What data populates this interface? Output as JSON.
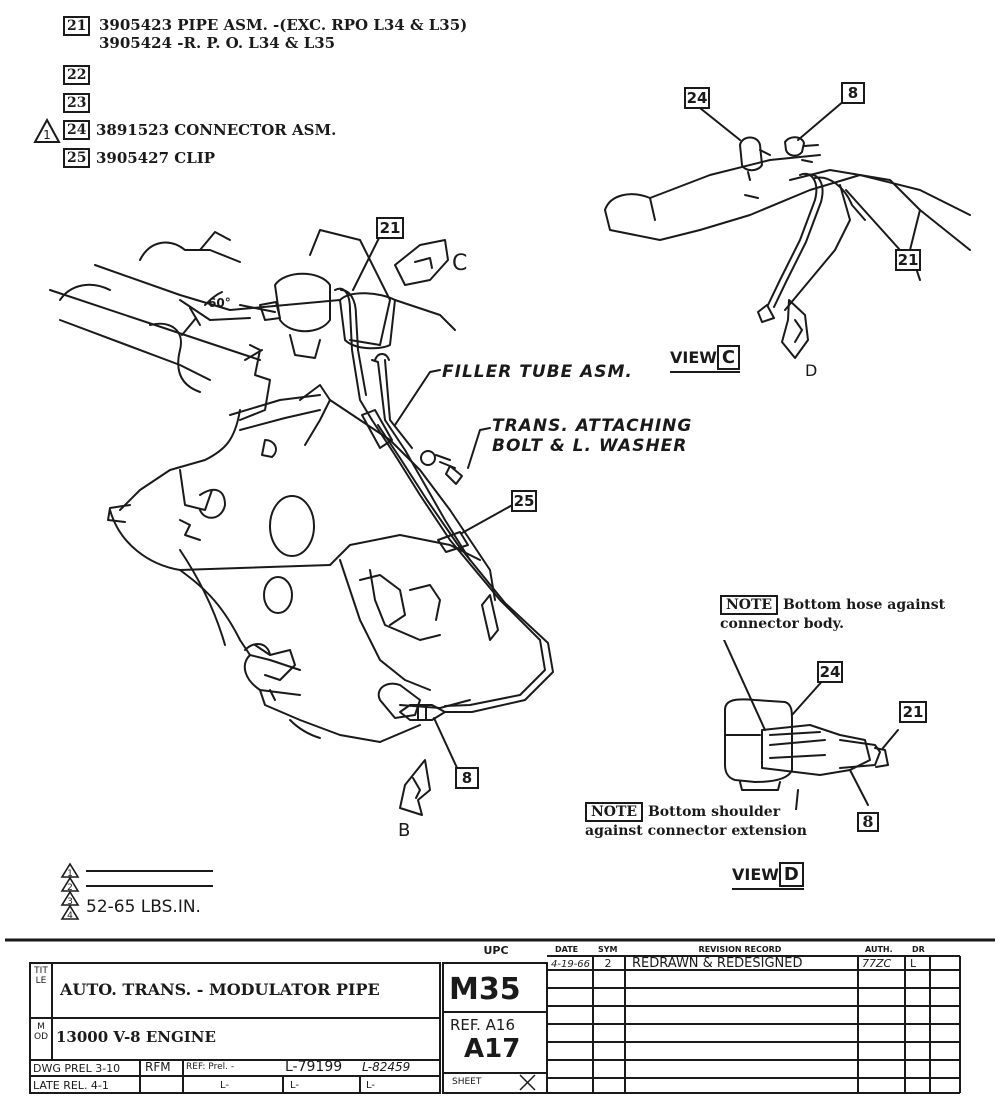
{
  "parts_list": [
    {
      "callout": "21",
      "lines": [
        "3905423  PIPE  ASM.    -(EXC.  RPO L34 & L35)",
        "3905424  -R. P. O.  L34 & L35"
      ]
    },
    {
      "callout": "22",
      "lines": [
        ""
      ]
    },
    {
      "callout": "23",
      "lines": [
        ""
      ]
    },
    {
      "callout": "24",
      "revision_marker": "1",
      "lines": [
        "3891523  CONNECTOR ASM."
      ]
    },
    {
      "callout": "25",
      "lines": [
        "3905427  CLIP"
      ]
    }
  ],
  "main_view": {
    "callouts": {
      "pipe": "21",
      "clip": "25",
      "connector_end": "8"
    },
    "angle_label": "60°",
    "view_letters": {
      "c": "C",
      "b": "B"
    },
    "labels": {
      "filler_tube": "FILLER TUBE ASM.",
      "trans_bolt_line1": "TRANS. ATTACHING",
      "trans_bolt_line2": "BOLT & L. WASHER"
    }
  },
  "view_c": {
    "callouts": {
      "connector": "24",
      "end": "8",
      "pipe": "21"
    },
    "title_prefix": "VIEW",
    "title_letter": "C",
    "arrow_letter": "D"
  },
  "view_d": {
    "note1_label": "NOTE",
    "note1_text_line1": "Bottom hose against",
    "note1_text_line2": "connector body.",
    "callouts": {
      "connector": "24",
      "pipe": "21",
      "end": "8"
    },
    "note2_label": "NOTE",
    "note2_text_line1": "Bottom shoulder",
    "note2_text_line2": "against connector extension",
    "title_prefix": "VIEW",
    "title_letter": "D"
  },
  "torque_notes": {
    "markers": [
      "1",
      "2",
      "3",
      "4"
    ],
    "torque_value": "52-65 LBS.IN."
  },
  "title_block": {
    "upc_label": "UPC",
    "date_header": "DATE",
    "sym_header": "SYM",
    "revision_header": "REVISION RECORD",
    "auth_header": "AUTH.",
    "dr_header": "DR",
    "title_side_label": "TITLE",
    "title": "AUTO.  TRANS.  - MODULATOR PIPE",
    "model_side_label": "MOD",
    "model": "13000 V-8 ENGINE",
    "upc_code": "M35",
    "ref_label": "REF. A16",
    "sheet_code": "A17",
    "sheet_label": "SHEET",
    "dwg_prel": "DWG PREL 3-10",
    "drafter": "RFM",
    "ref_prel": "REF: Prel. -",
    "ref_numbers": [
      "L-79199",
      "L-82459"
    ],
    "late_rel": "LATE REL. 4-1",
    "l_dashes": [
      "L-",
      "L-",
      "L-"
    ],
    "revision_rows": [
      {
        "date": "4-19-66",
        "sym": "2",
        "record": "REDRAWN & REDESIGNED",
        "auth": "77ZC",
        "dr": "L"
      }
    ]
  }
}
